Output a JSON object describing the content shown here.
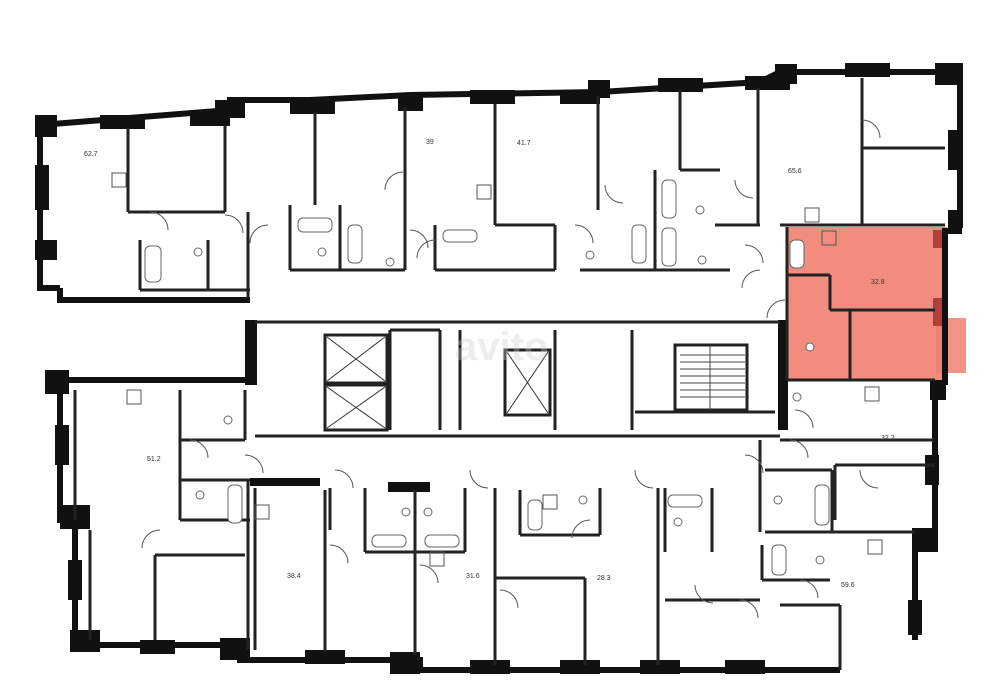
{
  "plan": {
    "highlight_color": "#f08070",
    "highlight_edge_color": "#b0403a",
    "wall_color": "#111111",
    "thin_wall_color": "#222222",
    "watermark_text": "avito",
    "units": [
      {
        "id": "u1",
        "area": "62.7"
      },
      {
        "id": "u2",
        "area": "39"
      },
      {
        "id": "u3",
        "area": "41.7"
      },
      {
        "id": "u4",
        "area": "65.6"
      },
      {
        "id": "u5",
        "area": "32.8",
        "selected": true
      },
      {
        "id": "u6",
        "area": "51.2"
      },
      {
        "id": "u7",
        "area": "32.2"
      },
      {
        "id": "u8",
        "area": "38.4"
      },
      {
        "id": "u9",
        "area": "31.6"
      },
      {
        "id": "u10",
        "area": "28.3"
      },
      {
        "id": "u11",
        "area": "59.6"
      }
    ]
  }
}
